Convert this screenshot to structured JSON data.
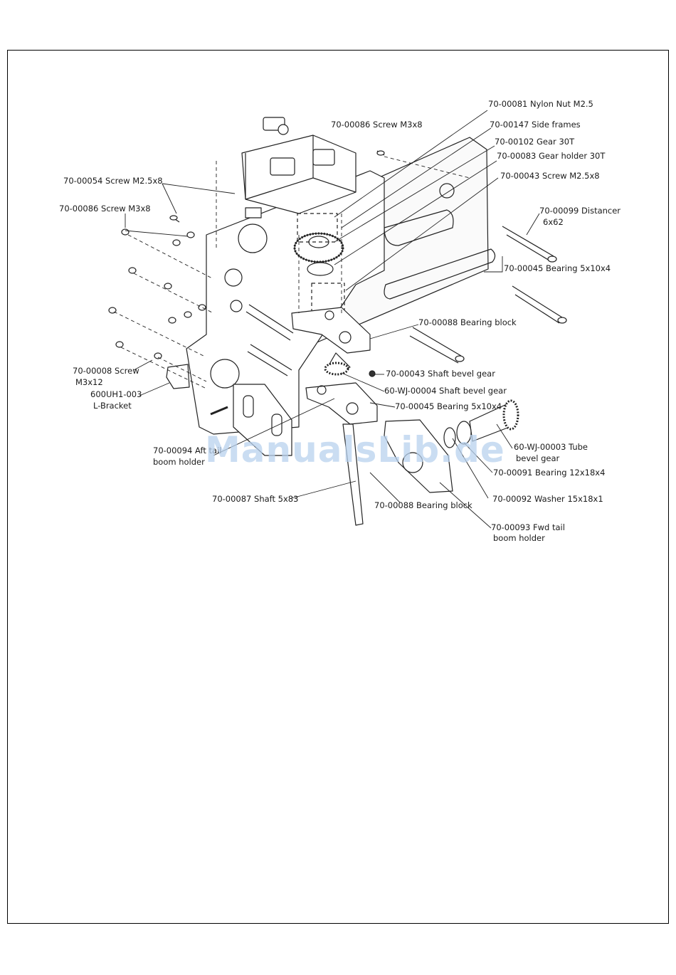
{
  "callouts": {
    "nylon_nut": "70-00081 Nylon Nut M2.5",
    "screw_m3x8_top": "70-00086 Screw M3x8",
    "side_frames": "70-00147 Side frames",
    "gear_30t": "70-00102 Gear 30T",
    "gear_holder": "70-00083 Gear holder 30T",
    "screw_m25x8_right": "70-00043 Screw M2.5x8",
    "screw_m25x8_left": "70-00054 Screw M2.5x8",
    "screw_m3x8_left": "70-00086 Screw M3x8",
    "distancer_1": "70-00099 Distancer",
    "distancer_2": "6x62",
    "bearing_5x10x4_top": "70-00045 Bearing 5x10x4",
    "bearing_block_top": "70-00088 Bearing block",
    "shaft_bevel_gear_1": "70-00043 Shaft bevel gear",
    "shaft_bevel_gear_2": "60-WJ-00004 Shaft bevel gear",
    "bearing_5x10x4_mid": "70-00045 Bearing 5x10x4",
    "screw_m3x12_1": "70-00008 Screw",
    "screw_m3x12_2": "M3x12",
    "l_bracket_1": "600UH1-003",
    "l_bracket_2": "L-Bracket",
    "tube_bevel_gear_1": "60-WJ-00003 Tube",
    "tube_bevel_gear_2": "bevel gear",
    "aft_tail_1": "70-00094 Aft tail",
    "aft_tail_2": "boom holder",
    "bearing_12x18x4": "70-00091 Bearing 12x18x4",
    "shaft_5x83": "70-00087 Shaft 5x83",
    "washer": "70-00092 Washer 15x18x1",
    "bearing_block_bottom": "70-00088 Bearing block",
    "fwd_tail_1": "70-00093 Fwd tail",
    "fwd_tail_2": "boom holder"
  },
  "watermark": "ManualsLib.de"
}
